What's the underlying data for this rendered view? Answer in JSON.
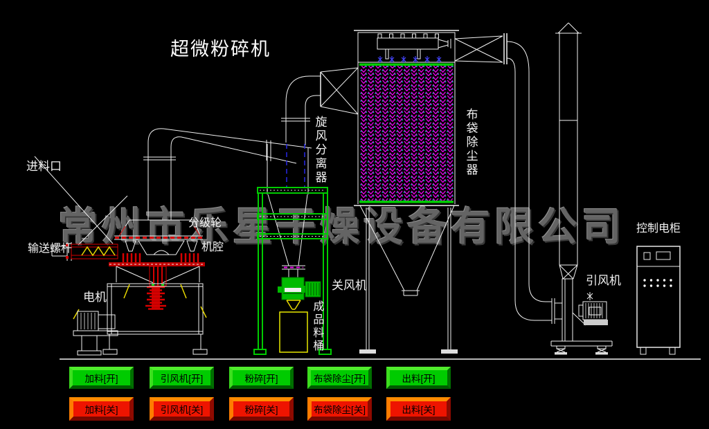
{
  "title": "超微粉碎机",
  "watermark": "常州市乐星干燥设备有限公司",
  "labels": {
    "feed_inlet": "进料口",
    "screw_conveyor": "输送螺杆",
    "motor": "电机",
    "classifier_wheel": "分级轮",
    "chamber": "机腔",
    "cyclone_separator": "旋风分离器",
    "rotary_airlock": "关风机",
    "product_barrel": "成品料桶",
    "bag_dust_collector": "布袋除尘器",
    "induced_draft_fan": "引风机",
    "control_cabinet": "控制电柜"
  },
  "buttons": {
    "on": [
      "加料[开]",
      "引风机[开]",
      "粉碎[开]",
      "布袋除尘[开]",
      "出料[开]"
    ],
    "off": [
      "加料[关]",
      "引风机[关]",
      "粉碎[关]",
      "布袋除尘[关]",
      "出料[关]"
    ]
  },
  "colors": {
    "background": "#000000",
    "line_white": "#F2F2F2",
    "machine_red": "#D80000",
    "stand_green": "#00CC00",
    "bag_magenta": "#F000F0",
    "bag_cyan": "#00E5E5",
    "accent_yellow": "#E8D800",
    "dashed_blue": "#2828E8",
    "watermark_gray": "#646464",
    "button_on": "#00CB00",
    "button_off": "#EE1400"
  }
}
